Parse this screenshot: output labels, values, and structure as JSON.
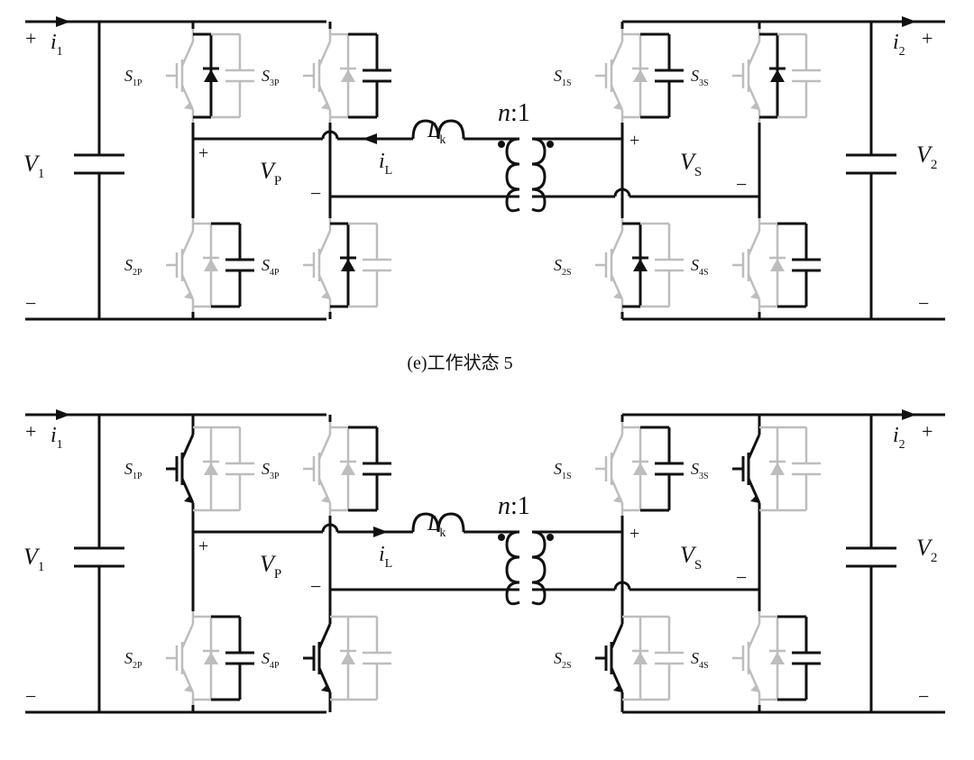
{
  "colors": {
    "active": "#111111",
    "inactive": "#bdbdbd",
    "background": "#ffffff"
  },
  "caption_top": "(e)工作状态 5",
  "panels": [
    {
      "id": "top",
      "inductor_current_direction": "left",
      "labels": {
        "i1": "i",
        "i1_sub": "1",
        "i2": "i",
        "i2_sub": "2",
        "plus": "+",
        "minus": "−",
        "v1": "V",
        "v1_sub": "1",
        "v2": "V",
        "v2_sub": "2",
        "vp": "V",
        "vp_sub": "P",
        "vs": "V",
        "vs_sub": "S",
        "il": "i",
        "il_sub": "L",
        "lk": "L",
        "lk_sub": "k",
        "ratio_n": "n",
        "ratio_rest": ":1"
      },
      "switches": [
        {
          "name": "S",
          "sub": "1P",
          "mode": "diode"
        },
        {
          "name": "S",
          "sub": "2P",
          "mode": "cap"
        },
        {
          "name": "S",
          "sub": "3P",
          "mode": "cap"
        },
        {
          "name": "S",
          "sub": "4P",
          "mode": "diode"
        },
        {
          "name": "S",
          "sub": "1S",
          "mode": "cap"
        },
        {
          "name": "S",
          "sub": "2S",
          "mode": "diode"
        },
        {
          "name": "S",
          "sub": "3S",
          "mode": "diode"
        },
        {
          "name": "S",
          "sub": "4S",
          "mode": "cap"
        }
      ]
    },
    {
      "id": "bottom",
      "inductor_current_direction": "right",
      "labels": {
        "i1": "i",
        "i1_sub": "1",
        "i2": "i",
        "i2_sub": "2",
        "plus": "+",
        "minus": "−",
        "v1": "V",
        "v1_sub": "1",
        "v2": "V",
        "v2_sub": "2",
        "vp": "V",
        "vp_sub": "P",
        "vs": "V",
        "vs_sub": "S",
        "il": "i",
        "il_sub": "L",
        "lk": "L",
        "lk_sub": "k",
        "ratio_n": "n",
        "ratio_rest": ":1"
      },
      "switches": [
        {
          "name": "S",
          "sub": "1P",
          "mode": "igbt"
        },
        {
          "name": "S",
          "sub": "2P",
          "mode": "cap"
        },
        {
          "name": "S",
          "sub": "3P",
          "mode": "cap"
        },
        {
          "name": "S",
          "sub": "4P",
          "mode": "igbt"
        },
        {
          "name": "S",
          "sub": "1S",
          "mode": "cap"
        },
        {
          "name": "S",
          "sub": "2S",
          "mode": "igbt"
        },
        {
          "name": "S",
          "sub": "3S",
          "mode": "igbt"
        },
        {
          "name": "S",
          "sub": "4S",
          "mode": "cap"
        }
      ]
    }
  ]
}
